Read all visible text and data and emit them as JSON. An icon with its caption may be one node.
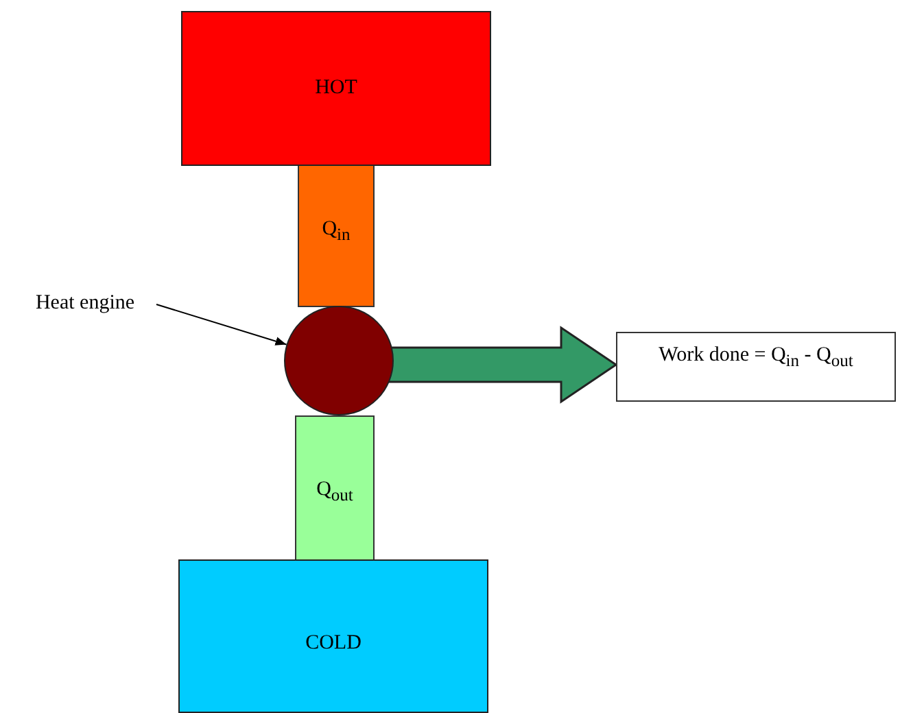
{
  "diagram": {
    "nodes": [
      {
        "text": [
          "HOT"
        ]
      },
      {
        "text": [
          "Q$_{in}$"
        ]
      },
      {
        "text": [],
        "shape": "circle"
      },
      {
        "text": [
          "Q$_{out}$"
        ]
      },
      {
        "text": [
          "COLD"
        ]
      },
      {
        "text": [
          "Heat engine"
        ]
      },
      {
        "text": [
          "Work done = Q$_{in}$ - Q$_{out}$"
        ]
      }
    ],
    "edges": [
      {
        "from": 5,
        "to": 2,
        "arrow": "to"
      },
      {
        "from": 2,
        "to": 6,
        "arrow": "to",
        "style": "thick",
        "color": "#339966"
      }
    ]
  }
}
